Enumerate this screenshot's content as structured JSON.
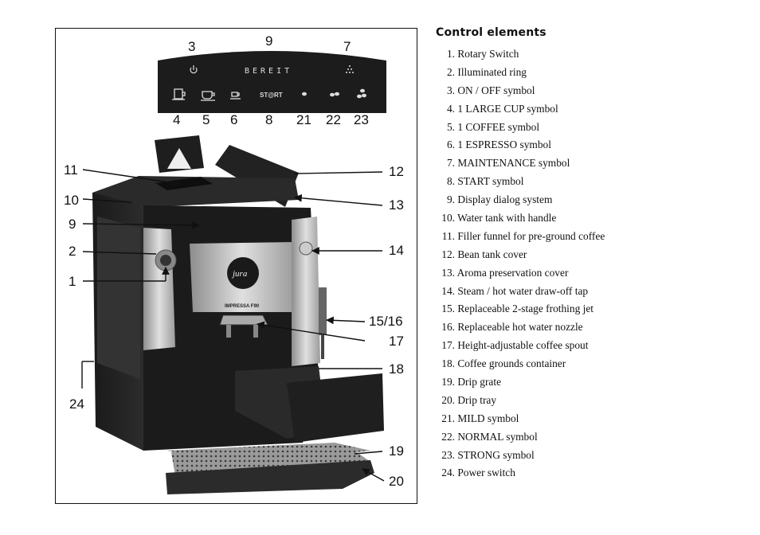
{
  "panel": {
    "title": "Control elements",
    "items": [
      {
        "num": "1.",
        "text": "Rotary Switch"
      },
      {
        "num": "2.",
        "text": "Illuminated ring"
      },
      {
        "num": "3.",
        "text": "ON / OFF symbol"
      },
      {
        "num": "4.",
        "text": "1 LARGE CUP symbol"
      },
      {
        "num": "5.",
        "text": "1 COFFEE symbol"
      },
      {
        "num": "6.",
        "text": "1 ESPRESSO symbol"
      },
      {
        "num": "7.",
        "text": "MAINTENANCE symbol"
      },
      {
        "num": "8.",
        "text": "START symbol"
      },
      {
        "num": "9.",
        "text": "Display dialog system"
      },
      {
        "num": "10.",
        "text": "Water tank with handle"
      },
      {
        "num": "11.",
        "text": "Filler funnel for pre-ground coffee"
      },
      {
        "num": "12.",
        "text": "Bean tank cover"
      },
      {
        "num": "13.",
        "text": "Aroma preservation cover"
      },
      {
        "num": "14.",
        "text": "Steam / hot water draw-off tap"
      },
      {
        "num": "15.",
        "text": "Replaceable 2-stage frothing jet"
      },
      {
        "num": "16.",
        "text": "Replaceable hot water nozzle"
      },
      {
        "num": "17.",
        "text": "Height-adjustable coffee spout"
      },
      {
        "num": "18.",
        "text": "Coffee grounds container"
      },
      {
        "num": "19.",
        "text": "Drip grate"
      },
      {
        "num": "20.",
        "text": "Drip tray"
      },
      {
        "num": "21.",
        "text": "MILD symbol"
      },
      {
        "num": "22.",
        "text": "NORMAL symbol"
      },
      {
        "num": "23.",
        "text": "STRONG symbol"
      },
      {
        "num": "24.",
        "text": "Power switch"
      }
    ]
  },
  "figure": {
    "display_text": "BEREIT",
    "start_text": "ST@RT",
    "brand_text": "jura",
    "model_text": "IMPRESSA F90",
    "callouts": {
      "c3": "3",
      "c9top": "9",
      "c7": "7",
      "c4": "4",
      "c5": "5",
      "c6": "6",
      "c8": "8",
      "c21": "21",
      "c22": "22",
      "c23": "23",
      "c11": "11",
      "c10": "10",
      "c9": "9",
      "c2": "2",
      "c1": "1",
      "c24": "24",
      "c12": "12",
      "c13": "13",
      "c14": "14",
      "c1516": "15/16",
      "c17": "17",
      "c18": "18",
      "c19": "19",
      "c20": "20"
    }
  }
}
